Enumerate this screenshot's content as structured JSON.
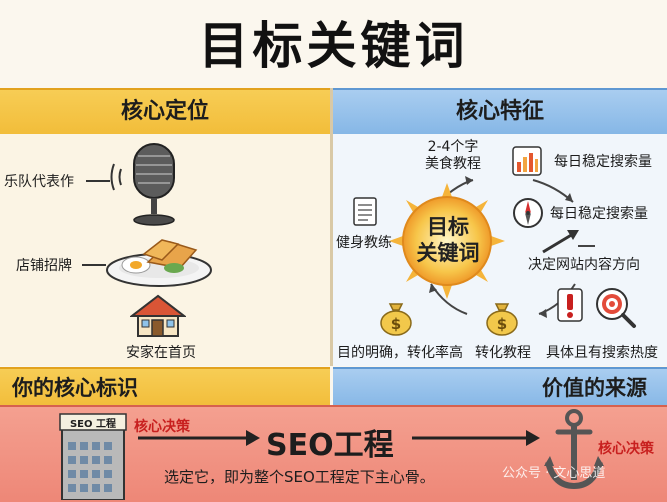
{
  "title": "目标关键词",
  "left_panel": {
    "heading": "核心定位",
    "items": [
      {
        "label": "乐队代表作",
        "icon": "microphone-icon"
      },
      {
        "label": "店铺招牌",
        "icon": "dish-icon"
      },
      {
        "label": "安家在首页",
        "icon": "house-icon"
      }
    ]
  },
  "right_panel": {
    "heading": "核心特征",
    "center": [
      "目标",
      "关键词"
    ],
    "top_label": [
      "2-4个字",
      "美食教程"
    ],
    "features": [
      {
        "label": "每日稳定搜索量",
        "icon": "bar-chart-icon"
      },
      {
        "label": "每日稳定搜索量",
        "icon": "compass-icon"
      },
      {
        "label": "决定网站内容方向",
        "icon": "direction-arrow-icon"
      },
      {
        "label": "具体且有搜索热度",
        "icon": "search-target-icon"
      },
      {
        "label": "转化教程",
        "icon": "money-bag-icon"
      },
      {
        "label": "目的明确，转化率高",
        "icon": "money-bag-icon"
      },
      {
        "label": "健身教练",
        "icon": "document-icon"
      }
    ]
  },
  "identity_heading": "你的核心标识",
  "value_heading": "价值的来源",
  "bottom": {
    "building_sign": "SEO 工程",
    "left_tag": "核心决策",
    "main": "SEO工程",
    "right_tag": "核心决策",
    "caption": "选定它，即为整个SEO工程定下主心骨。",
    "watermark": "公众号 · 文心思道"
  },
  "colors": {
    "yellow_band": "#f2bd3a",
    "blue_band": "#86b7e6",
    "bottom_band": "#ee8777",
    "accent_red": "#c8201f"
  }
}
